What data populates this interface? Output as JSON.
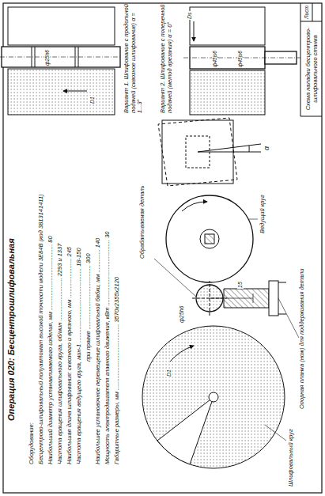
{
  "diagram": {
    "title": "Операция 020: Бесцентрошлифовальная",
    "nodes": [
      {
        "text": [
          "Схема наладки бесцентрово-шлифовального станка"
        ]
      },
      {
        "text": [
          "Лист"
        ]
      }
    ],
    "labels": [
      "Оборудование:",
      "Бесцентрово-шлифовальный полуавтомат высокой точности модели 3Е84В (код 3813141411)",
      "Наибольший диаметр устанавливаемого изделия, мм ........................................ 80",
      "Частота вращения шлифовального круга, об/мин .......................... 2293 и 1337",
      "Наибольшая длина шлифования: сквозного и врезного, мм ........................ 245",
      "Частота вращения ведущего круга, мин-1 ............................................. 18-150",
      "при правке ....................................... 300",
      "Наибольшее установочное перемещение шлифовальной бабки, мм .............. 140",
      "Мощность электродвигателя главного движения, кВт ........................................ 30",
      "Габаритные размеры, мм ........................................ 3570x2355x2120",
      "ф25h6",
      "15",
      "D1",
      "Обрабатываемая деталь",
      "Ведущий круг",
      "Шлифовальный круг",
      "Опорная планка (нож) для поддерживания детали",
      "α",
      "ф25h6",
      "D1",
      "Вариант 1. Шлифование с продольной подачей (сквозное шлифование) α = 1...3°",
      "ф45js6",
      "ф45js6",
      "Ds",
      "Вариант 2. Шлифование с поперечной подачей (метод врезания) α = 0°"
    ]
  }
}
